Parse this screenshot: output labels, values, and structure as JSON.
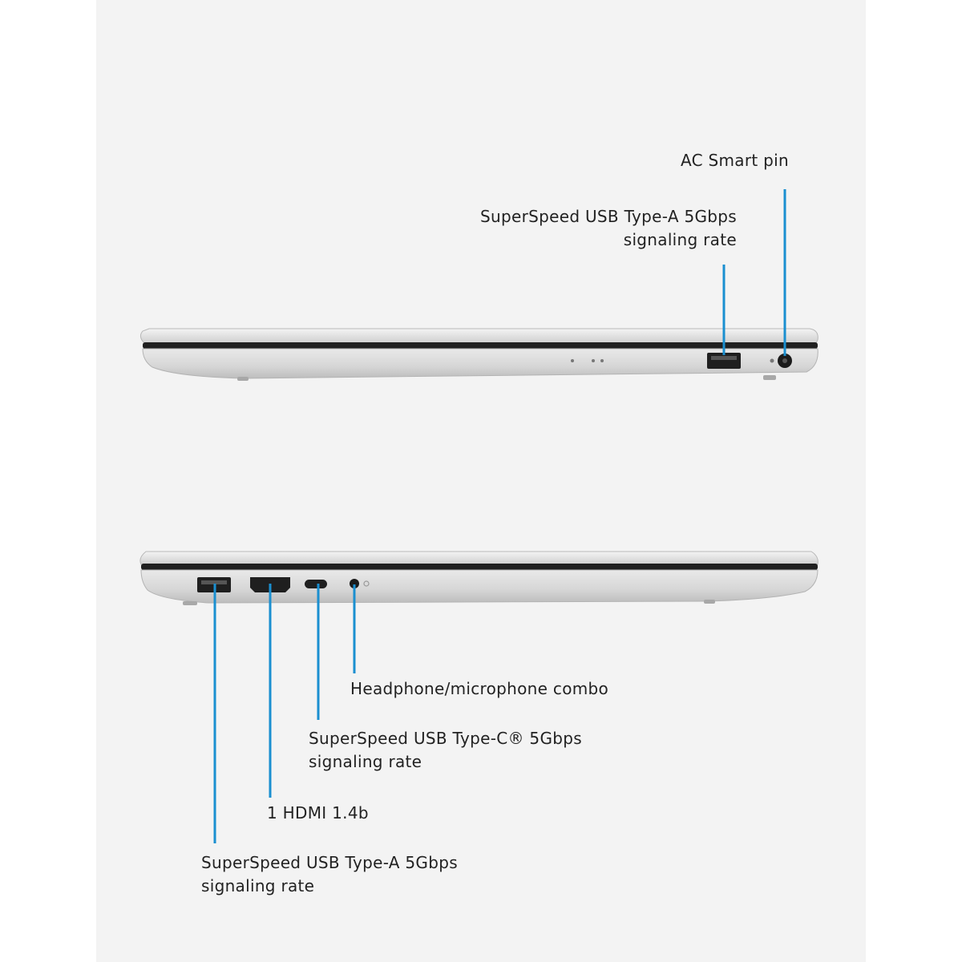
{
  "colors": {
    "page_background": "#ffffff",
    "panel_background": "#f3f3f3",
    "callout_line": "#1a8fd0",
    "laptop_silver": "#dcdcdc",
    "port_dark": "#222222",
    "text": "#222222"
  },
  "right_side": {
    "ac_smart_pin": {
      "line1": "AC Smart pin"
    },
    "usb_a": {
      "line1": "SuperSpeed USB Type-A 5Gbps",
      "line2": "signaling rate"
    }
  },
  "left_side": {
    "headphone": {
      "line1": "Headphone/microphone combo"
    },
    "usb_c": {
      "line1": "SuperSpeed USB Type-C® 5Gbps",
      "line2": "signaling rate"
    },
    "hdmi": {
      "line1": "1 HDMI 1.4b"
    },
    "usb_a": {
      "line1": "SuperSpeed USB Type-A 5Gbps",
      "line2": "signaling rate"
    }
  }
}
